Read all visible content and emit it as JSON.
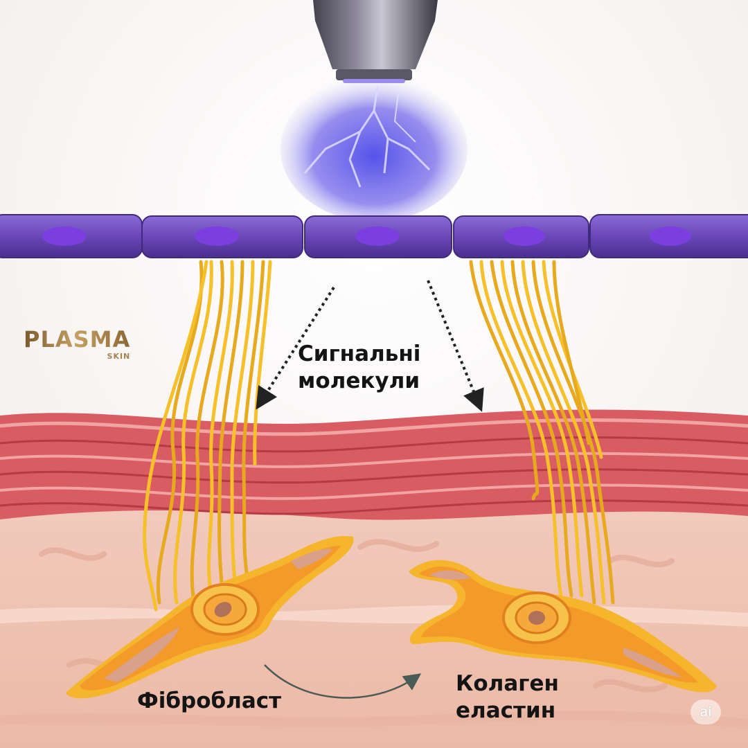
{
  "diagram": {
    "signal_label": "Сигнальні\nмолекули",
    "fibroblast_label": "Фібробласт",
    "collagen_label": "Колаген\nеластин"
  },
  "brand": {
    "name": "PLASMA",
    "sub": "SKIN"
  },
  "badge": {
    "text": "ai"
  },
  "colors": {
    "plasma": "#5a4ad8",
    "epidermis": "#6a47b8",
    "fiber": "#f5c02a",
    "muscle": "#d85a60",
    "fibroblast": "#f39a2a",
    "dermis": "#f0c5b5"
  }
}
